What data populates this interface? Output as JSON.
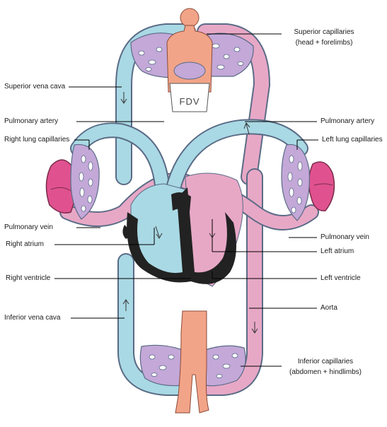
{
  "labels": {
    "superior_capillaries": "Superior capillaries",
    "superior_capillaries_sub": "(head + forelimbs)",
    "superior_vena_cava": "Superior vena cava",
    "pulmonary_artery_left_side": "Pulmonary artery",
    "pulmonary_artery_right_side": "Pulmonary artery",
    "right_lung_capillaries": "Right lung capillaries",
    "left_lung_capillaries": "Left lung capillaries",
    "pulmonary_vein_left_side": "Pulmonary vein",
    "pulmonary_vein_right_side": "Pulmonary vein",
    "right_atrium": "Right atrium",
    "left_atrium": "Left atrium",
    "right_ventricle": "Right ventricle",
    "left_ventricle": "Left ventricle",
    "aorta": "Aorta",
    "inferior_vena_cava": "Inferior vena cava",
    "inferior_capillaries": "Inferior capillaries",
    "inferior_capillaries_sub": "(abdomen + hindlimbs)"
  },
  "figure": {
    "tag_text": "FDV"
  },
  "colors": {
    "deoxygenated": "#a9d9e4",
    "oxygenated": "#e7a8c6",
    "lung": "#e0528f",
    "skin": "#f2a488",
    "heart_muscle": "#222222",
    "capillary_mix": "#c3a8d8",
    "outline": "#5a6b86"
  }
}
